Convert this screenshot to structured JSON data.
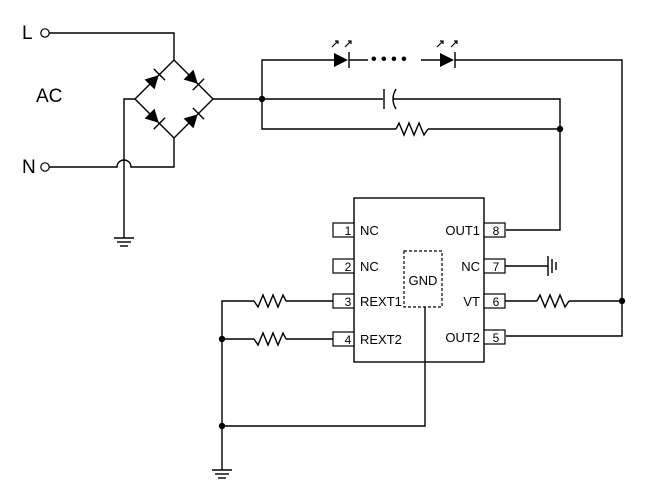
{
  "terminals": {
    "line": "L",
    "neutral": "N",
    "source": "AC"
  },
  "led_chain_ellipsis": "• • • •",
  "ic": {
    "gnd_label": "GND",
    "left_pins": [
      {
        "num": "1",
        "name": "NC"
      },
      {
        "num": "2",
        "name": "NC"
      },
      {
        "num": "3",
        "name": "REXT1"
      },
      {
        "num": "4",
        "name": "REXT2"
      }
    ],
    "right_pins": [
      {
        "num": "8",
        "name": "OUT1"
      },
      {
        "num": "7",
        "name": "NC"
      },
      {
        "num": "6",
        "name": "VT"
      },
      {
        "num": "5",
        "name": "OUT2"
      }
    ]
  },
  "colors": {
    "line": "#000000",
    "background": "#ffffff"
  }
}
